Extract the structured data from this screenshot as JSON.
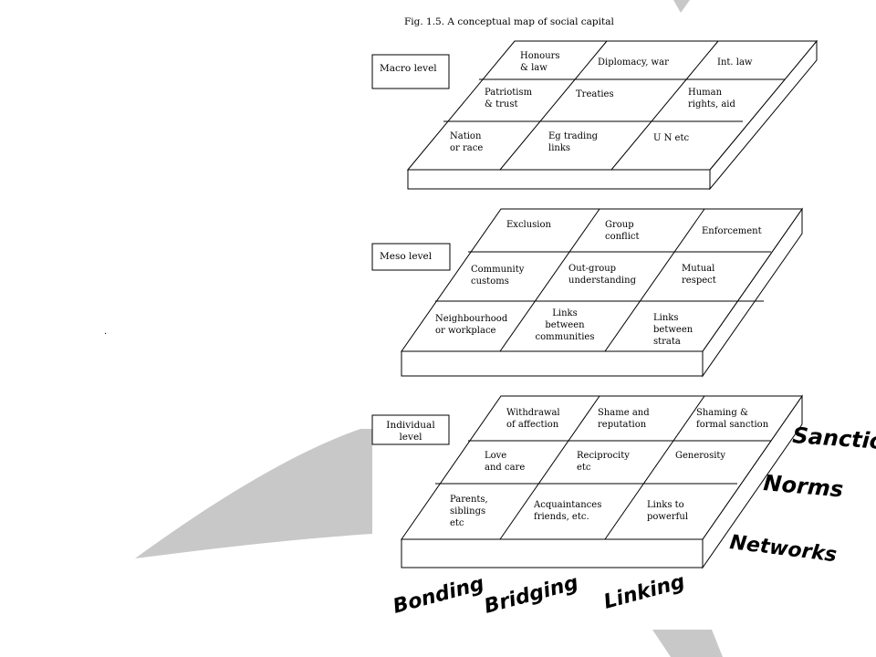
{
  "caption": "Fig. 1.5. A conceptual map of social capital",
  "levels": {
    "macro": {
      "label": "Macro level",
      "rows": [
        [
          [
            "Honours",
            "& law"
          ],
          [
            "Diplomacy, war"
          ],
          [
            "Int. law"
          ]
        ],
        [
          [
            "Patriotism",
            "& trust"
          ],
          [
            "Treaties"
          ],
          [
            "Human",
            "rights, aid"
          ]
        ],
        [
          [
            "Nation",
            "or race"
          ],
          [
            "Eg trading",
            "links"
          ],
          [
            "U N etc"
          ]
        ]
      ]
    },
    "meso": {
      "label": "Meso level",
      "rows": [
        [
          [
            "Exclusion"
          ],
          [
            "Group",
            "conflict"
          ],
          [
            "Enforcement"
          ]
        ],
        [
          [
            "Community",
            "customs"
          ],
          [
            "Out-group",
            "understanding"
          ],
          [
            "Mutual",
            "respect"
          ]
        ],
        [
          [
            "Neighbourhood",
            "or workplace"
          ],
          [
            "Links",
            "between",
            "communities"
          ],
          [
            "Links",
            "between",
            "strata"
          ]
        ]
      ]
    },
    "individual": {
      "label": [
        "Individual",
        "level"
      ],
      "rows": [
        [
          [
            "Withdrawal",
            "of affection"
          ],
          [
            "Shame and",
            "reputation"
          ],
          [
            "Shaming &",
            "formal sanction"
          ]
        ],
        [
          [
            "Love",
            "and care"
          ],
          [
            "Reciprocity",
            "etc"
          ],
          [
            "Generosity"
          ]
        ],
        [
          [
            "Parents,",
            "siblings",
            "etc"
          ],
          [
            "Acquaintances",
            "friends, etc."
          ],
          [
            "Links to",
            "powerful"
          ]
        ]
      ]
    }
  },
  "dimensions": [
    "Sanctions",
    "Norms",
    "Networks"
  ],
  "types": [
    "Bonding",
    "Bridging",
    "Linking"
  ],
  "stray_mark": "."
}
